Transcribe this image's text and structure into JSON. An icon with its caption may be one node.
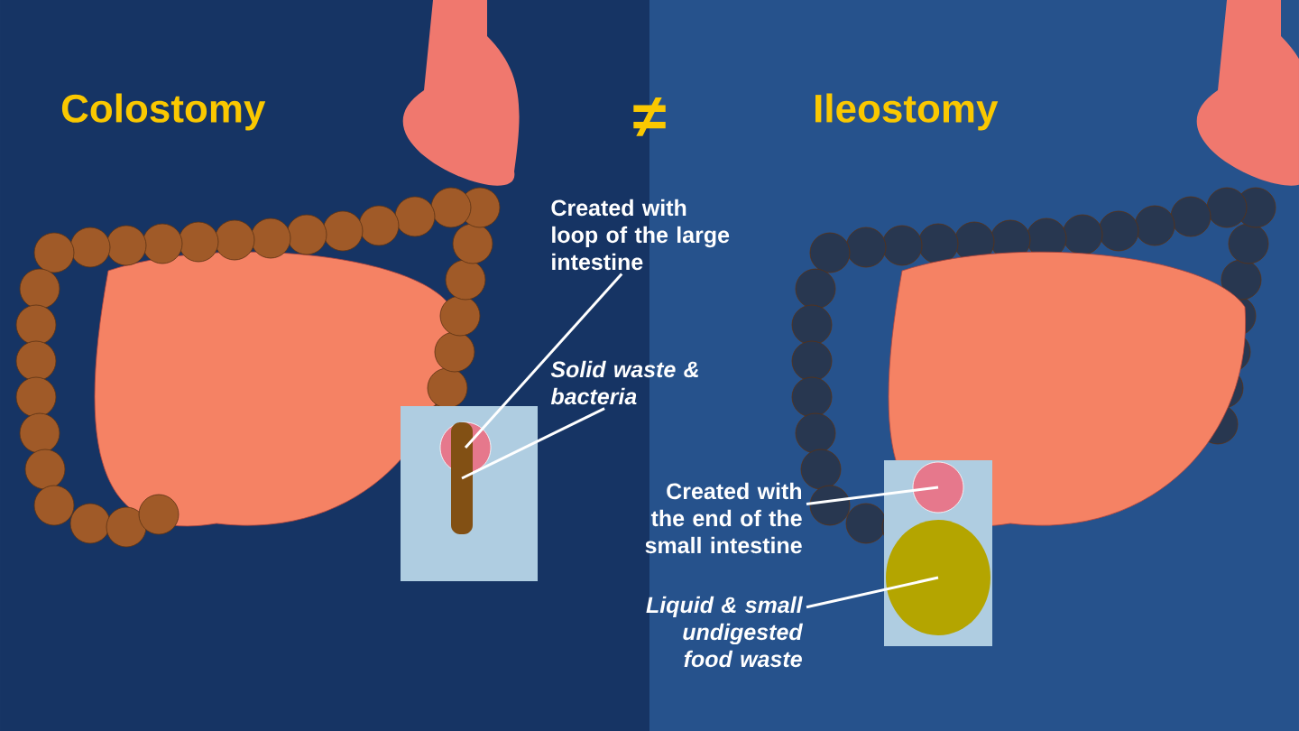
{
  "diagram": {
    "nodes": [
      {
        "text": [
          "Created with loop of the large intestine"
        ]
      },
      {
        "text": [],
        "shape": "circle"
      },
      {
        "text": [
          "*Solid waste & bacteria*"
        ]
      },
      {
        "text": [],
        "shape": "bar"
      },
      {
        "text": [
          "Created with the end of the small intestine"
        ]
      },
      {
        "text": [],
        "shape": "circle"
      },
      {
        "text": [
          "*Liquid & small undigested food waste*"
        ]
      },
      {
        "text": [],
        "shape": "blob"
      }
    ],
    "edges": [
      {
        "from": 0,
        "to": 1,
        "arrow": "none"
      },
      {
        "from": 2,
        "to": 3,
        "arrow": "none"
      },
      {
        "from": 4,
        "to": 5,
        "arrow": "none"
      },
      {
        "from": 6,
        "to": 7,
        "arrow": "none"
      }
    ],
    "labels": [
      "Colostomy",
      "≠",
      "Ileostomy"
    ]
  }
}
